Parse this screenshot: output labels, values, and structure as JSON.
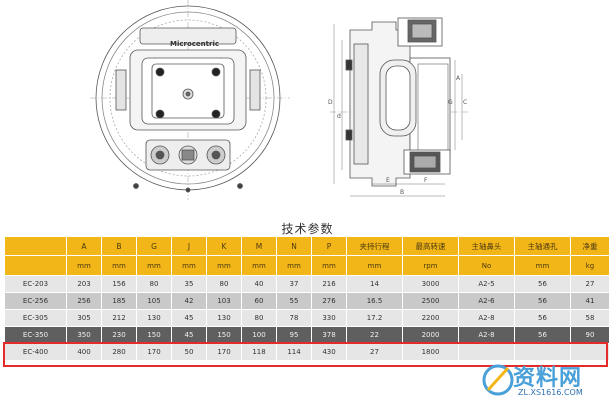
{
  "drawing": {
    "brand_label": "Microcentric",
    "dims": {
      "D": "D",
      "d": "d",
      "A": "A",
      "C": "C",
      "E": "E",
      "F": "F",
      "B": "B",
      "G": "G"
    }
  },
  "table_title": "技术参数",
  "columns": [
    {
      "label": "",
      "unit": ""
    },
    {
      "label": "A",
      "unit": "mm"
    },
    {
      "label": "B",
      "unit": "mm"
    },
    {
      "label": "G",
      "unit": "mm"
    },
    {
      "label": "J",
      "unit": "mm"
    },
    {
      "label": "K",
      "unit": "mm"
    },
    {
      "label": "M",
      "unit": "mm"
    },
    {
      "label": "N",
      "unit": "mm"
    },
    {
      "label": "P",
      "unit": "mm"
    },
    {
      "label": "夹持行程",
      "unit": "mm"
    },
    {
      "label": "最高转速",
      "unit": "rpm"
    },
    {
      "label": "主轴鼻头",
      "unit": "No"
    },
    {
      "label": "主轴通孔",
      "unit": "mm"
    },
    {
      "label": "净重",
      "unit": "kg"
    }
  ],
  "rows": [
    [
      "EC-203",
      "203",
      "156",
      "80",
      "35",
      "80",
      "40",
      "37",
      "216",
      "14",
      "3000",
      "A2-5",
      "56",
      "27"
    ],
    [
      "EC-256",
      "256",
      "185",
      "105",
      "42",
      "103",
      "60",
      "55",
      "276",
      "16.5",
      "2500",
      "A2-6",
      "56",
      "41"
    ],
    [
      "EC-305",
      "305",
      "212",
      "130",
      "45",
      "130",
      "80",
      "78",
      "330",
      "17.2",
      "2200",
      "A2-8",
      "56",
      "58"
    ],
    [
      "EC-350",
      "350",
      "230",
      "150",
      "45",
      "150",
      "100",
      "95",
      "378",
      "22",
      "2000",
      "A2-8",
      "56",
      "90"
    ],
    [
      "EC-400",
      "400",
      "280",
      "170",
      "50",
      "170",
      "118",
      "114",
      "430",
      "27",
      "1800",
      "",
      "",
      ""
    ]
  ],
  "highlight_row_index": 3,
  "watermark": {
    "text": "资料网",
    "url": "ZL.XS1616.COM"
  },
  "colors": {
    "header": "#f3b619",
    "highlight_border": "#e52a2a",
    "watermark": "#4aa0d8"
  }
}
